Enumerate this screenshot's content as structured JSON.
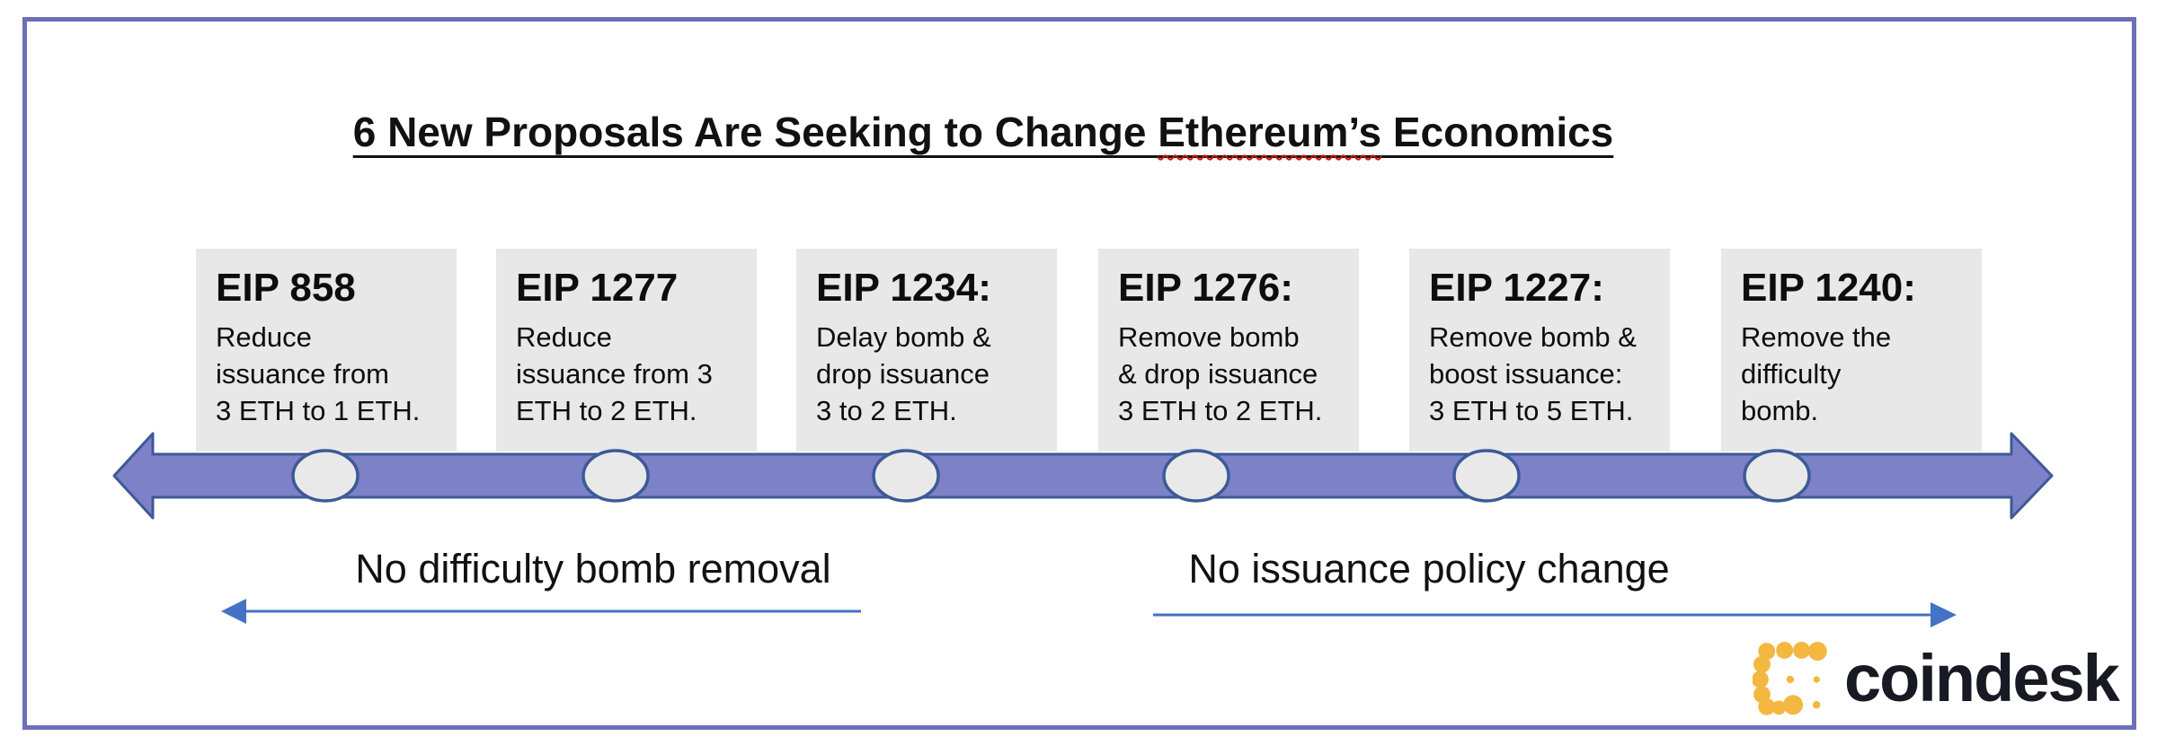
{
  "title": {
    "part1": "6 New Proposals Are Seeking to Change ",
    "flagged_word": "Ethereum’s",
    "part2": " Economics"
  },
  "proposals": [
    {
      "id": "EIP 858",
      "description": "Reduce\nissuance from\n3 ETH to 1 ETH."
    },
    {
      "id": "EIP 1277",
      "description": "Reduce\nissuance from 3\nETH to 2 ETH."
    },
    {
      "id": "EIP 1234:",
      "description": "Delay bomb &\ndrop issuance\n3 to 2 ETH."
    },
    {
      "id": "EIP 1276:",
      "description": "Remove bomb\n& drop issuance\n3 ETH to 2 ETH."
    },
    {
      "id": "EIP 1227:",
      "description": "Remove bomb &\nboost issuance:\n3 ETH to 5 ETH."
    },
    {
      "id": "EIP 1240:",
      "description": "Remove the\ndifficulty\nbomb."
    }
  ],
  "annotations": {
    "left_span_label": "No difficulty bomb removal",
    "right_span_label": "No issuance policy change"
  },
  "branding": {
    "wordmark": "coindesk"
  },
  "colors": {
    "timeline_fill": "#7D81C7",
    "timeline_border": "#3C5A96",
    "node_fill": "#E9E9E9",
    "box_background": "#E8E8E8",
    "annotation_arrow_blue": "#4472C4",
    "frame_border": "#6C70B8",
    "logo_yellow": "#F4B73F",
    "logo_text_color": "#171923"
  }
}
